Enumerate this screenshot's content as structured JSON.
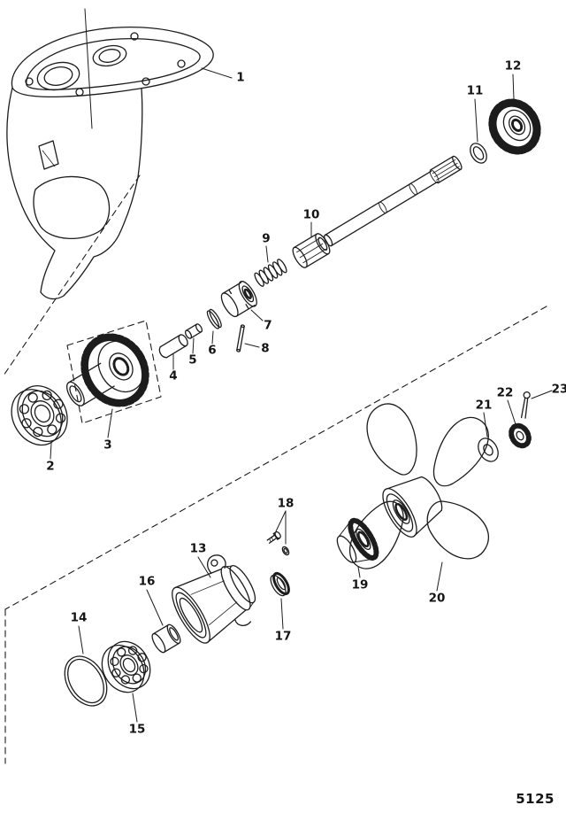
{
  "page": {
    "background_color": "#ffffff",
    "ink_color": "#1c1c1c",
    "figure_number": "5125"
  },
  "diagram": {
    "callouts": [
      {
        "label": "1"
      },
      {
        "label": "2"
      },
      {
        "label": "3"
      },
      {
        "label": "4"
      },
      {
        "label": "5"
      },
      {
        "label": "6"
      },
      {
        "label": "7"
      },
      {
        "label": "8"
      },
      {
        "label": "9"
      },
      {
        "label": "10"
      },
      {
        "label": "11"
      },
      {
        "label": "12"
      },
      {
        "label": "13"
      },
      {
        "label": "14"
      },
      {
        "label": "15"
      },
      {
        "label": "16"
      },
      {
        "label": "17"
      },
      {
        "label": "18"
      },
      {
        "label": "19"
      },
      {
        "label": "20"
      },
      {
        "label": "21"
      },
      {
        "label": "22"
      },
      {
        "label": "23"
      }
    ]
  }
}
